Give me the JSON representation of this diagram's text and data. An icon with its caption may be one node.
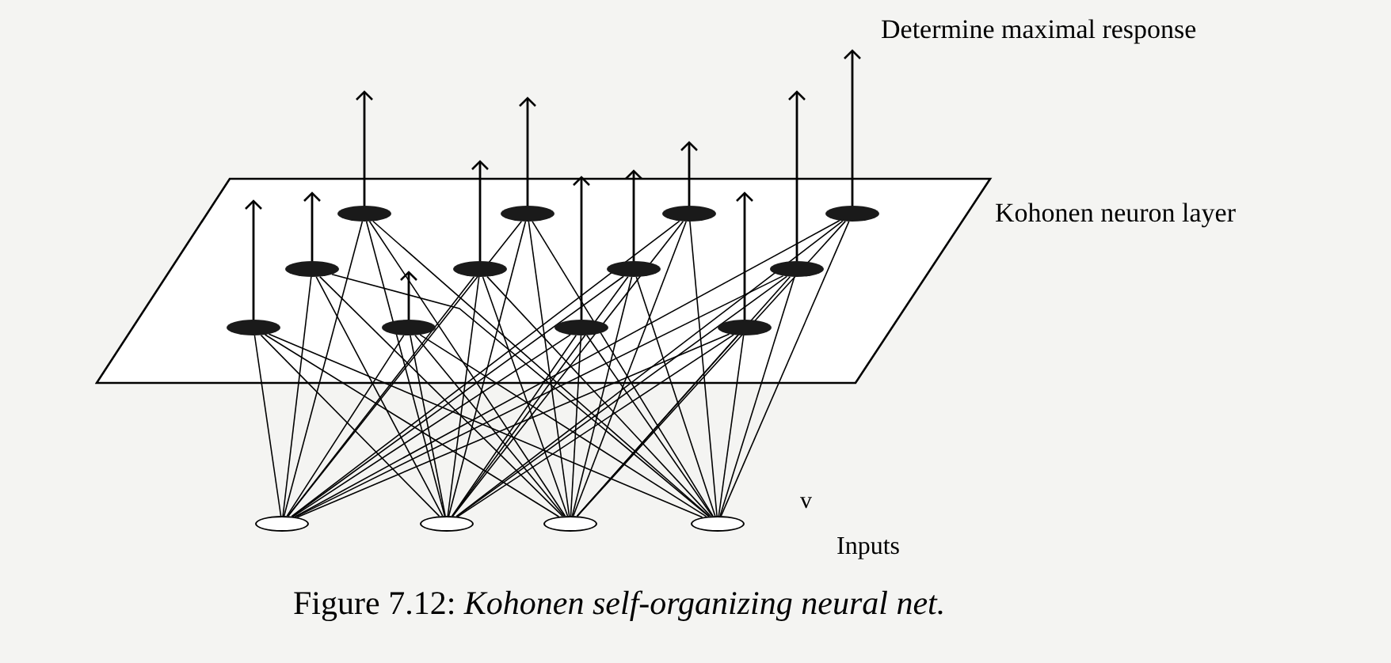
{
  "diagram": {
    "caption": "Figure 7.12: *Kohonen self-organizing neural net.*",
    "nodes": [
      {
        "text": [
          "Kohonen neuron layer"
        ]
      },
      {
        "text": [],
        "shape": "circle",
        "in": 0
      },
      {
        "text": [],
        "shape": "circle",
        "in": 0
      },
      {
        "text": [],
        "shape": "circle",
        "in": 0
      },
      {
        "text": [],
        "shape": "circle",
        "in": 0
      },
      {
        "text": [],
        "shape": "circle",
        "in": 0
      },
      {
        "text": [],
        "shape": "circle",
        "in": 0
      },
      {
        "text": [],
        "shape": "circle",
        "in": 0
      },
      {
        "text": [],
        "shape": "circle",
        "in": 0
      },
      {
        "text": [],
        "shape": "circle",
        "in": 0
      },
      {
        "text": [],
        "shape": "circle",
        "in": 0
      },
      {
        "text": [],
        "shape": "circle",
        "in": 0
      },
      {
        "text": [],
        "shape": "circle",
        "in": 0
      },
      {
        "text": [],
        "shape": "circle"
      },
      {
        "text": [],
        "shape": "circle"
      },
      {
        "text": [],
        "shape": "circle"
      },
      {
        "text": [],
        "shape": "circle"
      }
    ],
    "edges": [
      {
        "from": 1,
        "to": null,
        "arrow": "to"
      },
      {
        "from": 2,
        "to": null,
        "arrow": "to"
      },
      {
        "from": 3,
        "to": null,
        "arrow": "to"
      },
      {
        "from": 4,
        "to": null,
        "arrow": "to"
      },
      {
        "from": 5,
        "to": null,
        "arrow": "to"
      },
      {
        "from": 6,
        "to": null,
        "arrow": "to"
      },
      {
        "from": 7,
        "to": null,
        "arrow": "to"
      },
      {
        "from": 8,
        "to": null,
        "arrow": "to"
      },
      {
        "from": 9,
        "to": null,
        "arrow": "to"
      },
      {
        "from": 10,
        "to": null,
        "arrow": "to"
      },
      {
        "from": 11,
        "to": null,
        "arrow": "to"
      },
      {
        "from": 12,
        "to": null,
        "arrow": "to"
      },
      {
        "from": 13,
        "to": 1,
        "arrow": "none"
      },
      {
        "from": 13,
        "to": 2,
        "arrow": "none"
      },
      {
        "from": 13,
        "to": 3,
        "arrow": "none"
      },
      {
        "from": 13,
        "to": 4,
        "arrow": "none"
      },
      {
        "from": 13,
        "to": 5,
        "arrow": "none"
      },
      {
        "from": 13,
        "to": 6,
        "arrow": "none"
      },
      {
        "from": 13,
        "to": 7,
        "arrow": "none"
      },
      {
        "from": 13,
        "to": 8,
        "arrow": "none"
      },
      {
        "from": 13,
        "to": 9,
        "arrow": "none"
      },
      {
        "from": 13,
        "to": 10,
        "arrow": "none"
      },
      {
        "from": 13,
        "to": 11,
        "arrow": "none"
      },
      {
        "from": 13,
        "to": 12,
        "arrow": "none"
      },
      {
        "from": 14,
        "to": 1,
        "arrow": "none"
      },
      {
        "from": 14,
        "to": 2,
        "arrow": "none"
      },
      {
        "from": 14,
        "to": 3,
        "arrow": "none"
      },
      {
        "from": 14,
        "to": 4,
        "arrow": "none"
      },
      {
        "from": 14,
        "to": 5,
        "arrow": "none"
      },
      {
        "from": 14,
        "to": 6,
        "arrow": "none"
      },
      {
        "from": 14,
        "to": 7,
        "arrow": "none"
      },
      {
        "from": 14,
        "to": 8,
        "arrow": "none"
      },
      {
        "from": 14,
        "to": 9,
        "arrow": "none"
      },
      {
        "from": 14,
        "to": 10,
        "arrow": "none"
      },
      {
        "from": 14,
        "to": 11,
        "arrow": "none"
      },
      {
        "from": 14,
        "to": 12,
        "arrow": "none"
      },
      {
        "from": 15,
        "to": 1,
        "arrow": "none"
      },
      {
        "from": 15,
        "to": 2,
        "arrow": "none"
      },
      {
        "from": 15,
        "to": 3,
        "arrow": "none"
      },
      {
        "from": 15,
        "to": 4,
        "arrow": "none"
      },
      {
        "from": 15,
        "to": 5,
        "arrow": "none"
      },
      {
        "from": 15,
        "to": 6,
        "arrow": "none"
      },
      {
        "from": 15,
        "to": 7,
        "arrow": "none"
      },
      {
        "from": 15,
        "to": 8,
        "arrow": "none"
      },
      {
        "from": 15,
        "to": 9,
        "arrow": "none"
      },
      {
        "from": 15,
        "to": 10,
        "arrow": "none"
      },
      {
        "from": 15,
        "to": 11,
        "arrow": "none"
      },
      {
        "from": 15,
        "to": 12,
        "arrow": "none"
      },
      {
        "from": 16,
        "to": 1,
        "arrow": "none"
      },
      {
        "from": 16,
        "to": 2,
        "arrow": "none"
      },
      {
        "from": 16,
        "to": 3,
        "arrow": "none"
      },
      {
        "from": 16,
        "to": 4,
        "arrow": "none"
      },
      {
        "from": 16,
        "to": 5,
        "arrow": "none"
      },
      {
        "from": 16,
        "to": 6,
        "arrow": "none"
      },
      {
        "from": 16,
        "to": 7,
        "arrow": "none"
      },
      {
        "from": 16,
        "to": 8,
        "arrow": "none"
      },
      {
        "from": 16,
        "to": 9,
        "arrow": "none"
      },
      {
        "from": 16,
        "to": 10,
        "arrow": "none"
      },
      {
        "from": 16,
        "to": 11,
        "arrow": "none"
      },
      {
        "from": 16,
        "to": 12,
        "arrow": "none"
      }
    ],
    "labels": [
      "Determine maximal response",
      "v",
      "Inputs"
    ]
  }
}
